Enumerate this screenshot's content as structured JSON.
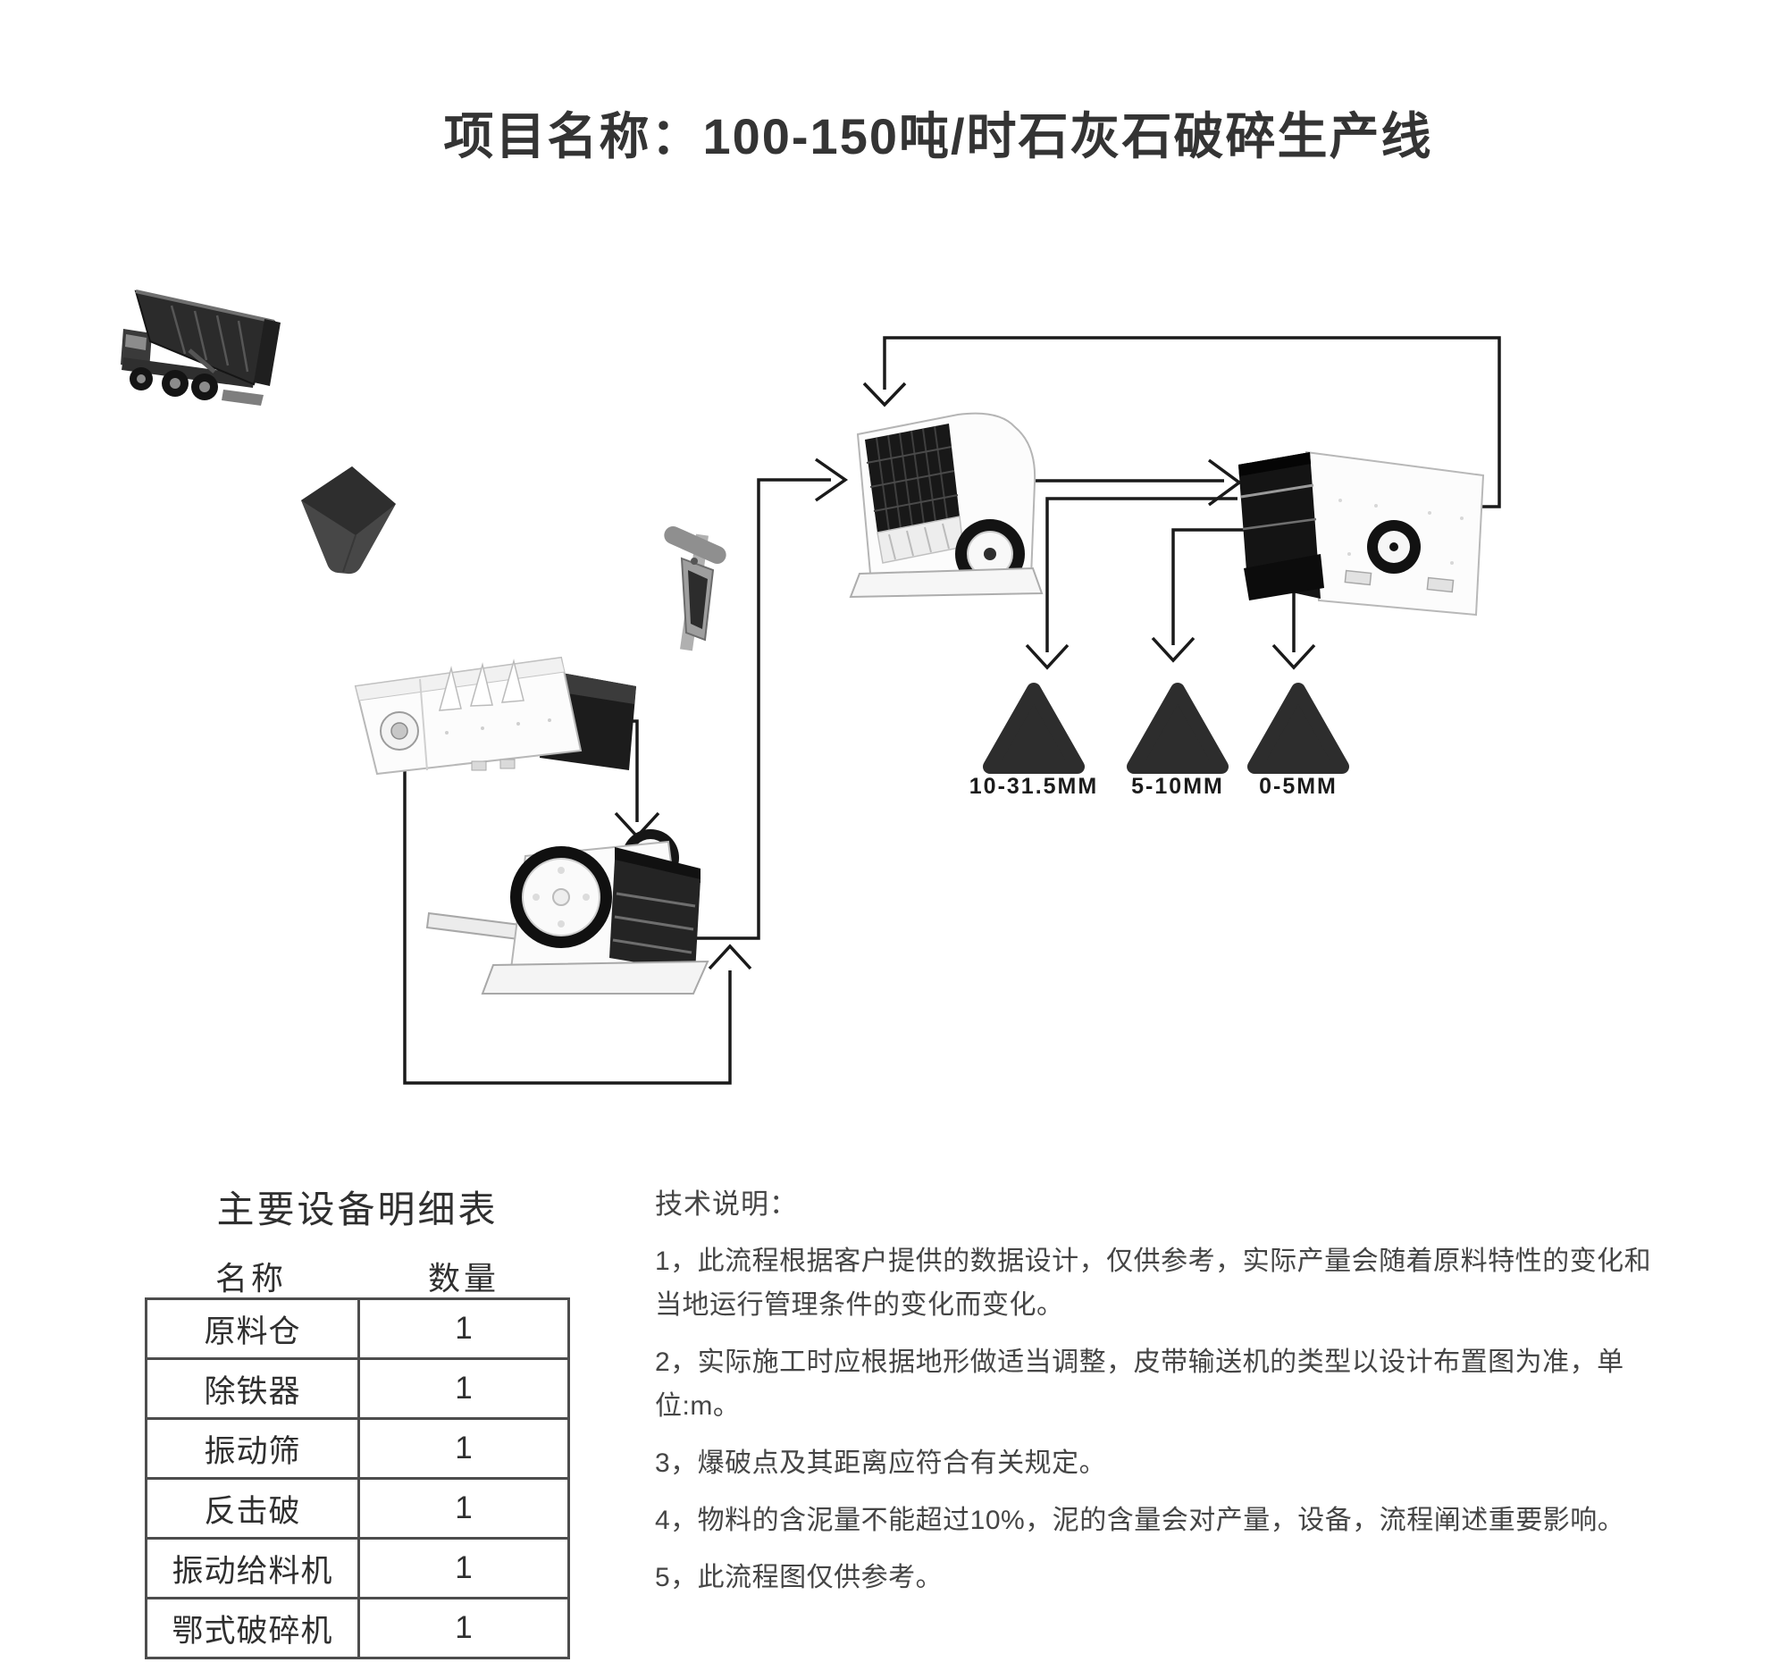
{
  "title": "项目名称：100-150吨/时石灰石破碎生产线",
  "products": [
    {
      "label": "10-31.5MM"
    },
    {
      "label": "5-10MM"
    },
    {
      "label": "0-5MM"
    }
  ],
  "equipment_table": {
    "heading": "主要设备明细表",
    "columns": [
      "名称",
      "数量"
    ],
    "rows": [
      {
        "name": "原料仓",
        "qty": "1"
      },
      {
        "name": "除铁器",
        "qty": "1"
      },
      {
        "name": "振动筛",
        "qty": "1"
      },
      {
        "name": "反击破",
        "qty": "1"
      },
      {
        "name": "振动给料机",
        "qty": "1"
      },
      {
        "name": "鄂式破碎机",
        "qty": "1"
      }
    ]
  },
  "notes": {
    "heading": "技术说明：",
    "items": [
      "1，此流程根据客户提供的数据设计，仅供参考，实际产量会随着原料特性的变化和当地运行管理条件的变化而变化。",
      "2，实际施工时应根据地形做适当调整，皮带输送机的类型以设计布置图为准，单位:m。",
      "3，爆破点及其距离应符合有关规定。",
      "4，物料的含泥量不能超过10%，泥的含量会对产量，设备，流程阐述重要影响。",
      "5，此流程图仅供参考。"
    ]
  },
  "colors": {
    "line": "#1a1a1a",
    "pile": "#2d2d2d",
    "title_text": "#343434",
    "body_text": "#454545",
    "table_border": "#4d4d4d"
  }
}
